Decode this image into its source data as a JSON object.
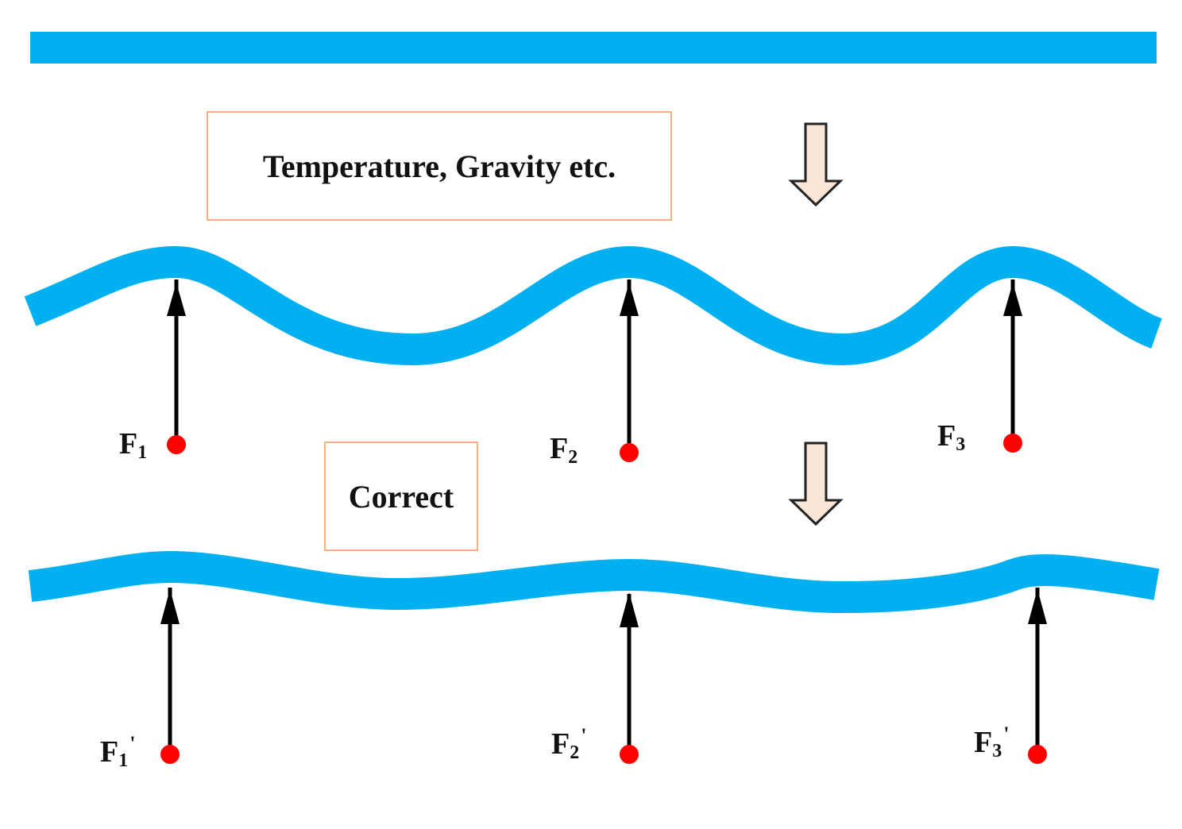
{
  "boxes": {
    "factors": "Temperature, Gravity etc.",
    "correct": "Correct"
  },
  "forces": [
    {
      "letter": "F",
      "index": "1",
      "prime": ""
    },
    {
      "letter": "F",
      "index": "2",
      "prime": ""
    },
    {
      "letter": "F",
      "index": "3",
      "prime": ""
    }
  ],
  "corrected_forces": [
    {
      "letter": "F",
      "index": "1",
      "prime": "'"
    },
    {
      "letter": "F",
      "index": "2",
      "prime": "'"
    },
    {
      "letter": "F",
      "index": "3",
      "prime": "'"
    }
  ],
  "colors": {
    "surface": "#00b0f0",
    "force_point": "#ff0000",
    "arrow": "#000000",
    "box_border": "#f4b183",
    "flow_arrow_fill": "#fbe5d6"
  },
  "icons": {
    "flow_arrow": "down-arrow-icon"
  }
}
